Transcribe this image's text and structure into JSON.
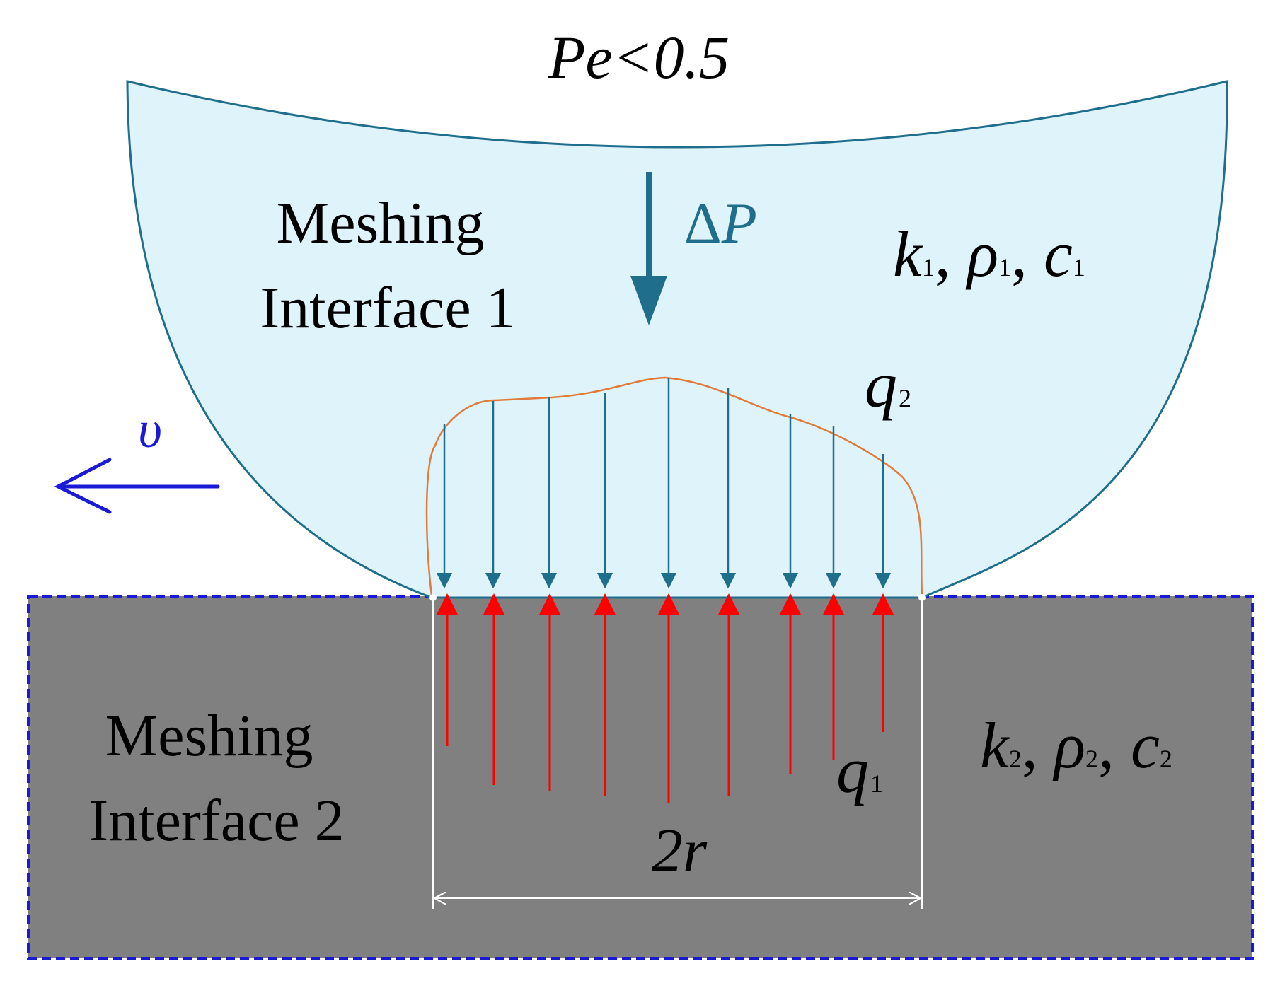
{
  "title": "Pe<0.5",
  "upper_body": {
    "label_line1": "Meshing",
    "label_line2": "Interface 1",
    "props": {
      "k": "k",
      "rho": "ρ",
      "c": "c",
      "sub": "1",
      "sep": ", "
    },
    "fill_color": "#dff3fb",
    "stroke_color": "#1f6e8c"
  },
  "lower_body": {
    "label_line1": "Meshing",
    "label_line2": "Interface 2",
    "props": {
      "k": "k",
      "rho": "ρ",
      "c": "c",
      "sub": "2",
      "sep": ", "
    },
    "fill_color": "#808080",
    "border_color": "#1a1ad6"
  },
  "load": {
    "delta": "Δ",
    "symbol": "P",
    "color": "#1f6e8c"
  },
  "velocity": {
    "symbol": "υ",
    "color": "#1a1ad6"
  },
  "heat_flux_upper": {
    "symbol": "q",
    "sub": "2",
    "curve_color": "#e07b3c",
    "arrow_color": "#1f6e8c"
  },
  "heat_flux_lower": {
    "symbol": "q",
    "sub": "1",
    "arrow_color": "#ff0000"
  },
  "contact_width": {
    "label": "2r"
  }
}
